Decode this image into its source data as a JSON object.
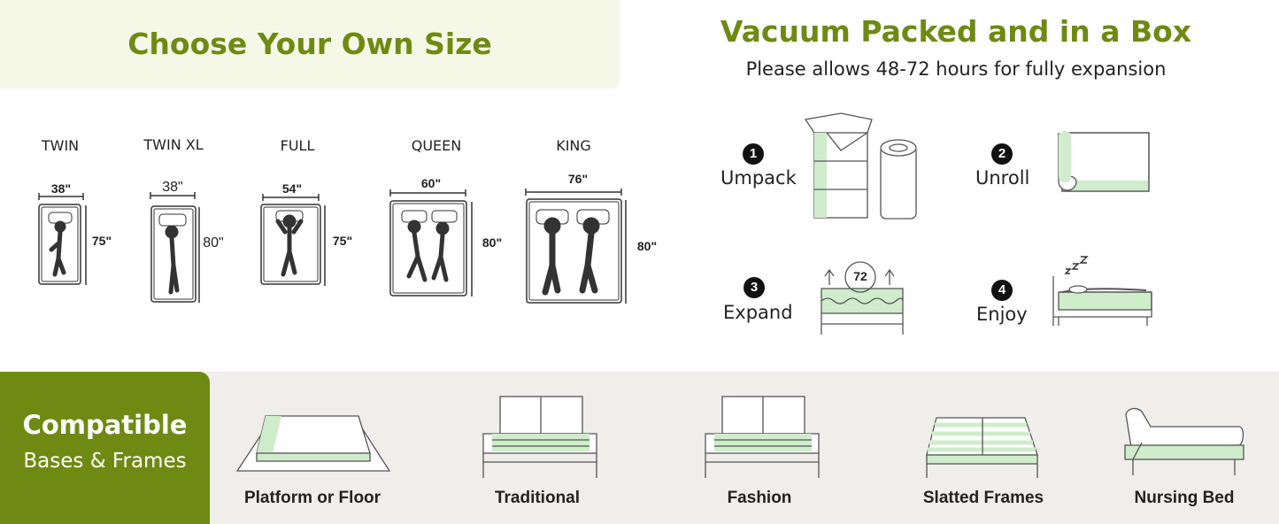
{
  "sizes_section": {
    "title": "Choose Your Own Size",
    "sizes": [
      {
        "name": "TWIN",
        "width": "38\"",
        "length": "75\""
      },
      {
        "name": "TWIN XL",
        "width": "38\"",
        "length": "80\""
      },
      {
        "name": "FULL",
        "width": "54\"",
        "length": "75\""
      },
      {
        "name": "QUEEN",
        "width": "60\"",
        "length": "80\""
      },
      {
        "name": "KING",
        "width": "76\"",
        "length": "80\""
      }
    ]
  },
  "vacuum_section": {
    "title": "Vacuum Packed and in a Box",
    "subtitle": "Please allows 48-72 hours for fully expansion",
    "steps": [
      {
        "number": "1",
        "label": "Umpack"
      },
      {
        "number": "2",
        "label": "Unroll"
      },
      {
        "number": "3",
        "label": "Expand",
        "badge": "72"
      },
      {
        "number": "4",
        "label": "Enjoy"
      }
    ]
  },
  "compatible_section": {
    "title": "Compatible",
    "subtitle": "Bases & Frames",
    "bases": [
      {
        "label": "Platform or Floor"
      },
      {
        "label": "Traditional"
      },
      {
        "label": "Fashion"
      },
      {
        "label": "Slatted Frames"
      },
      {
        "label": "Nursing Bed"
      }
    ]
  },
  "colors": {
    "accent_green": "#6e8a12",
    "mint": "#cfeccb",
    "header_bg": "#f5f8e6",
    "band_bg": "#efeeea"
  }
}
